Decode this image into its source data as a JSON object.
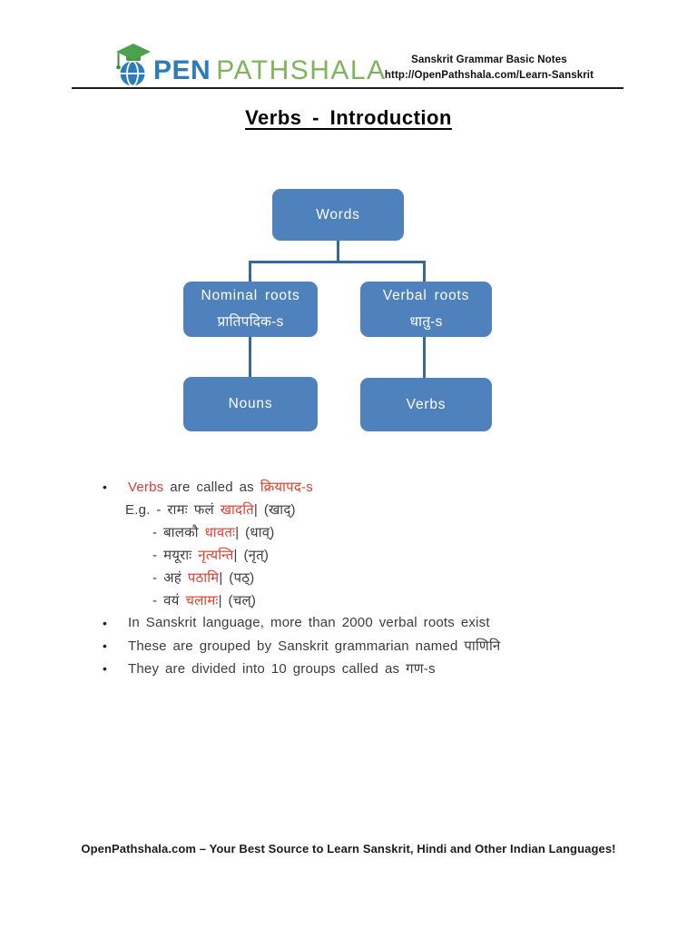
{
  "header": {
    "logo": {
      "open_text": "PEN",
      "pathshala_text": "PATHSHALA"
    },
    "doc_meta_line1": "Sanskrit Grammar Basic Notes",
    "doc_meta_line2": "http://OpenPathshala.com/Learn-Sanskrit"
  },
  "title": "Verbs - Introduction",
  "diagram": {
    "words": "Words",
    "nominal_line1": "Nominal roots",
    "nominal_line2": "प्रातिपदिक-s",
    "verbal_line1": "Verbal roots",
    "verbal_line2": "धातु-s",
    "nouns": "Nouns",
    "verbs": "Verbs"
  },
  "list": {
    "bullet_char": "•",
    "lines": [
      {
        "segments": [
          {
            "text": "Verbs",
            "color": "red"
          },
          {
            "text": " are called as ",
            "color": "plain"
          },
          {
            "text": "क्रियापद-s",
            "color": "red"
          }
        ]
      },
      {
        "segments": [
          {
            "text": "E.g. - रामः फलं ",
            "color": "plain"
          },
          {
            "text": "खादति",
            "color": "red"
          },
          {
            "text": "| (खाद्)",
            "color": "plain"
          }
        ]
      },
      {
        "segments": [
          {
            "text": "- बालकौ ",
            "color": "plain"
          },
          {
            "text": "धावतः",
            "color": "red"
          },
          {
            "text": "| (धाव्)",
            "color": "plain"
          }
        ]
      },
      {
        "segments": [
          {
            "text": "- मयूराः ",
            "color": "plain"
          },
          {
            "text": "नृत्यन्ति",
            "color": "red"
          },
          {
            "text": "| (नृत्)",
            "color": "plain"
          }
        ]
      },
      {
        "segments": [
          {
            "text": "- अहं ",
            "color": "plain"
          },
          {
            "text": "पठामि",
            "color": "red"
          },
          {
            "text": "| (पठ्)",
            "color": "plain"
          }
        ]
      },
      {
        "segments": [
          {
            "text": "- वयं ",
            "color": "plain"
          },
          {
            "text": "चलामः",
            "color": "red"
          },
          {
            "text": "| (चल्)",
            "color": "plain"
          }
        ]
      },
      {
        "segments": [
          {
            "text": "In Sanskrit language, more than 2000 verbal roots exist",
            "color": "plain"
          }
        ]
      },
      {
        "segments": [
          {
            "text": "These are grouped by Sanskrit grammarian named पाणिनि",
            "color": "plain"
          }
        ]
      },
      {
        "segments": [
          {
            "text": "They are divided into 10 groups called as गण-s",
            "color": "plain"
          }
        ]
      }
    ]
  },
  "footer": "OpenPathshala.com – Your Best Source to Learn Sanskrit, Hindi and Other Indian Languages!",
  "colors": {
    "box_blue": "#4f81bd",
    "connector_blue": "#36689c",
    "accent_red": "#e23b2c",
    "logo_blue": "#2b7cb9",
    "logo_green": "#7fb55a",
    "cap_green": "#4da14d"
  }
}
